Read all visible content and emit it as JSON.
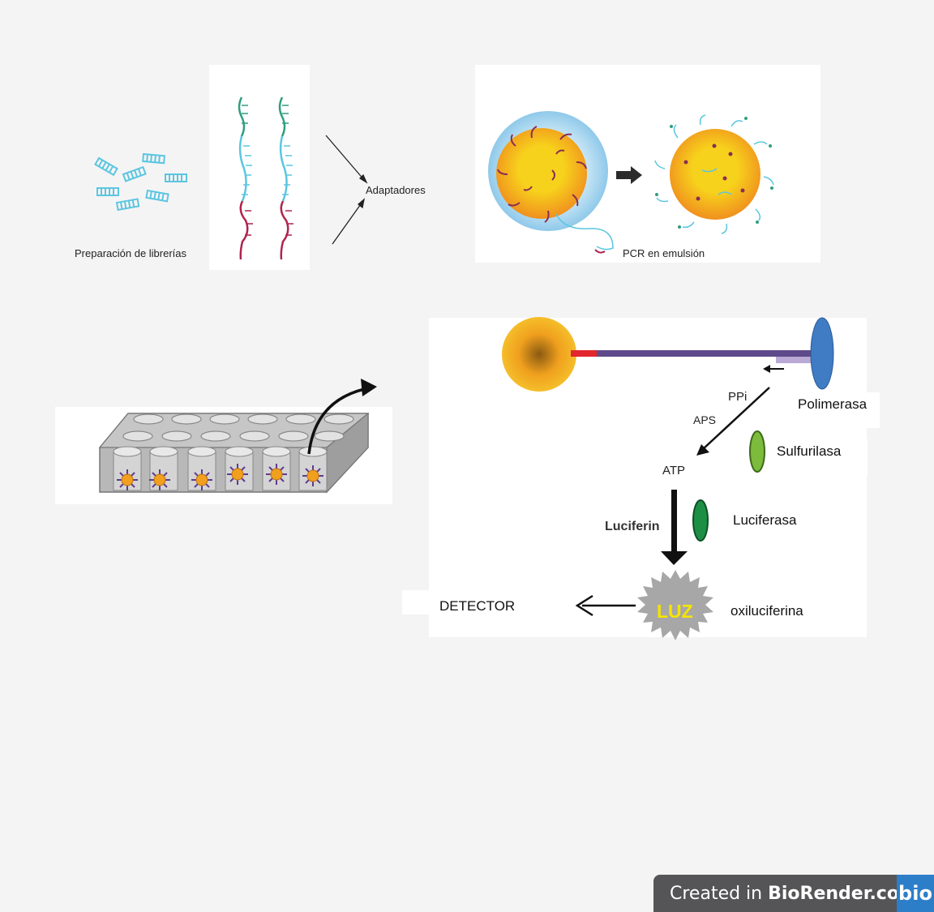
{
  "labels": {
    "library_prep": "Preparación de librerías",
    "adapters": "Adaptadores",
    "emulsion_pcr": "PCR en  emulsión",
    "ppi": "PPi",
    "aps": "APS",
    "atp": "ATP",
    "luciferin": "Luciferin",
    "luz": "LUZ",
    "polimerasa": "Polimerasa",
    "sulfurilasa": "Sulfurilasa",
    "luciferasa": "Luciferasa",
    "oxiluciferina": "oxiluciferina",
    "detector": "DETECTOR"
  },
  "watermark": {
    "prefix": "Created in ",
    "brand": "BioRender.com",
    "logo": "bio"
  },
  "colors": {
    "dna_blue": "#5bc6e0",
    "adapter_green": "#2f9e7e",
    "adapter_red": "#b0244e",
    "bead_yellow": "#f7d21c",
    "bead_orange": "#f0a01e",
    "polymerase_blue": "#3f7cc4",
    "template_purple": "#5e4a8a",
    "primer_red": "#e2262d",
    "sulfurylase_green": "#7dbb3c",
    "luciferase_green": "#1d8f45",
    "light_gray": "#a7a7a7",
    "luz_yellow": "#f5e400"
  },
  "icons": [
    "dna-fragment-icon",
    "right-arrow-icon",
    "bead-icon",
    "polymerase-icon",
    "sulfurylase-icon",
    "luciferase-icon",
    "light-burst-icon",
    "picotiter-plate-icon"
  ]
}
